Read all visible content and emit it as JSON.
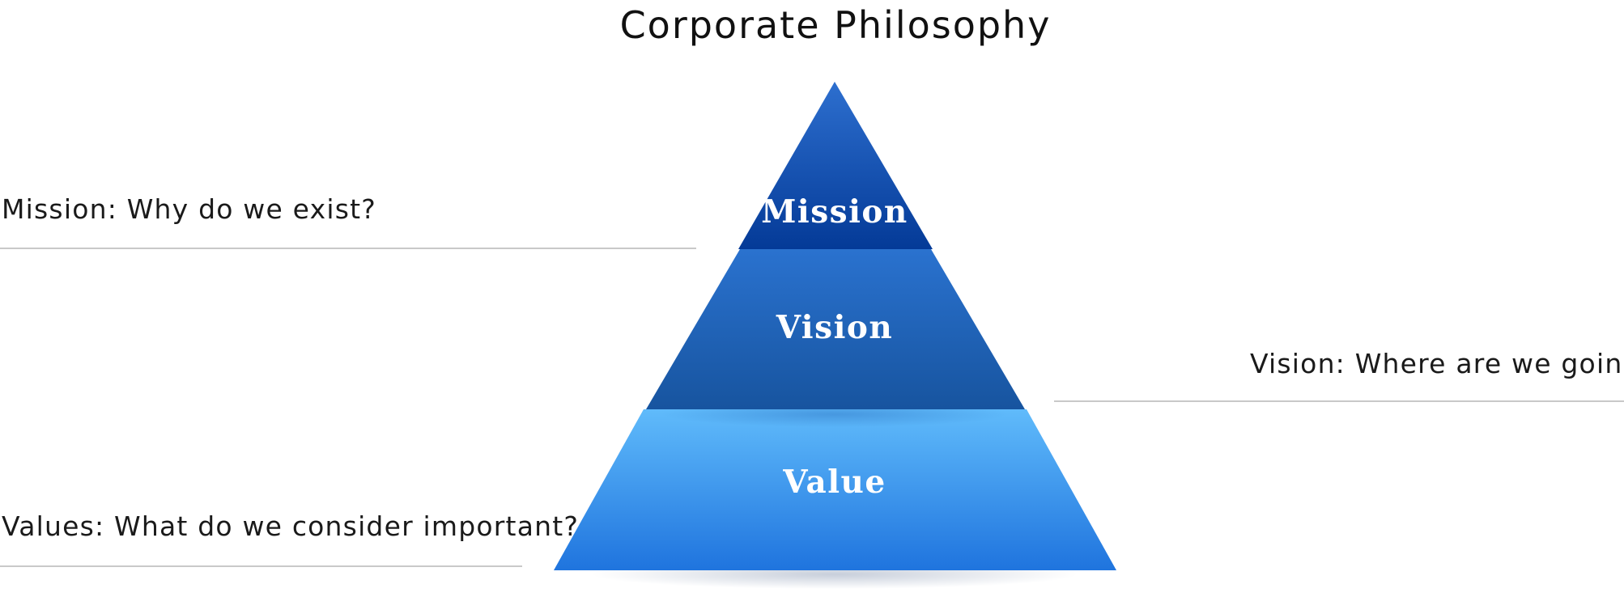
{
  "diagram": {
    "title": "Corporate Philosophy",
    "tiers": [
      {
        "label": "Mission"
      },
      {
        "label": "Vision"
      },
      {
        "label": "Value"
      }
    ],
    "annotations": {
      "mission": "Mission: Why do we exist?",
      "vision": "Vision: Where are we going?",
      "values": "Values: What do we consider important?"
    },
    "colors": {
      "mission_top": "#2d6fcf",
      "mission_bottom": "#043a97",
      "vision_top": "#2a72cf",
      "vision_bottom": "#17549f",
      "value_top": "#60bbfb",
      "value_bottom": "#1f74de",
      "divider": "#c9c9c9"
    }
  }
}
